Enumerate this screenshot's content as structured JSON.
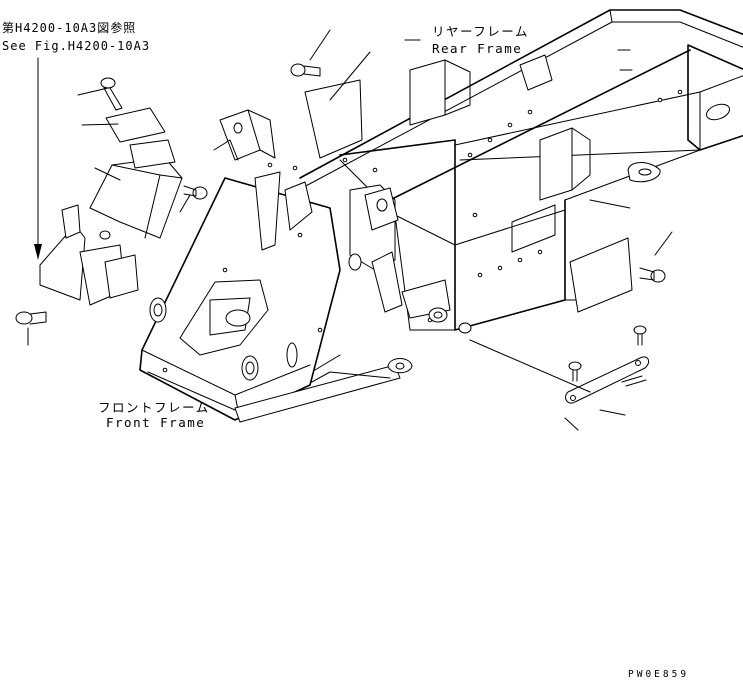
{
  "reference": {
    "line_jp": "第H4200-10A3図参照",
    "line_en": "See Fig.H4200-10A3"
  },
  "rear_frame": {
    "label_jp": "リヤーフレーム",
    "label_en": "Rear Frame"
  },
  "front_frame": {
    "label_jp": "フロントフレーム",
    "label_en": "Front Frame"
  },
  "drawing_code": "PW0E859"
}
